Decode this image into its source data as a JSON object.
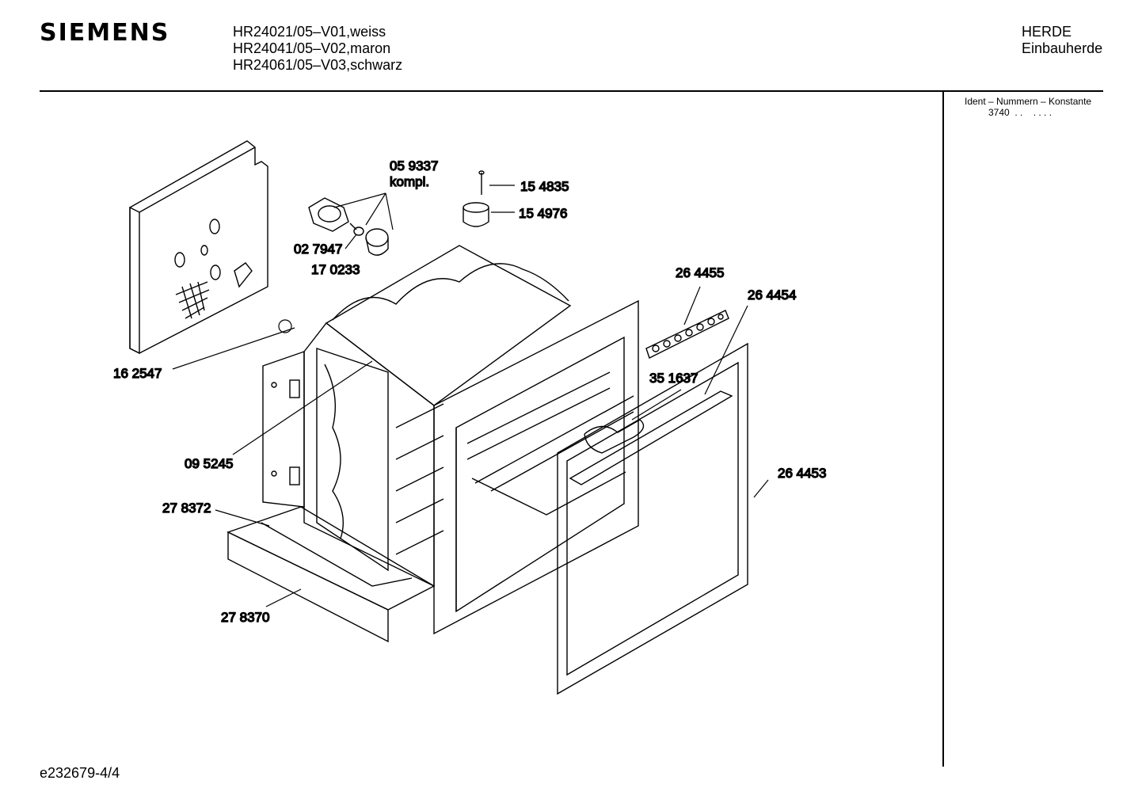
{
  "header": {
    "brand": "SIEMENS",
    "models": [
      "HR24021/05–V01,weiss",
      "HR24041/05–V02,maron",
      "HR24061/05–V03,schwarz"
    ],
    "category": [
      "HERDE",
      "Einbauherde"
    ]
  },
  "ident": {
    "title": "Ident – Nummern – Konstante",
    "value": "3740  . .    . . . ."
  },
  "parts": [
    {
      "id": "part-059337",
      "label": "05 9337"
    },
    {
      "id": "part-kompl",
      "label": "kompl."
    },
    {
      "id": "part-154835",
      "label": "15 4835"
    },
    {
      "id": "part-154976",
      "label": "15 4976"
    },
    {
      "id": "part-027947",
      "label": "02 7947"
    },
    {
      "id": "part-170233",
      "label": "17 0233"
    },
    {
      "id": "part-264455",
      "label": "26 4455"
    },
    {
      "id": "part-264454",
      "label": "26 4454"
    },
    {
      "id": "part-351637",
      "label": "35 1637"
    },
    {
      "id": "part-162547",
      "label": "16 2547"
    },
    {
      "id": "part-095245",
      "label": "09 5245"
    },
    {
      "id": "part-264453",
      "label": "26 4453"
    },
    {
      "id": "part-278372",
      "label": "27 8372"
    },
    {
      "id": "part-278370",
      "label": "27 8370"
    }
  ],
  "footer": "e232679-4/4"
}
